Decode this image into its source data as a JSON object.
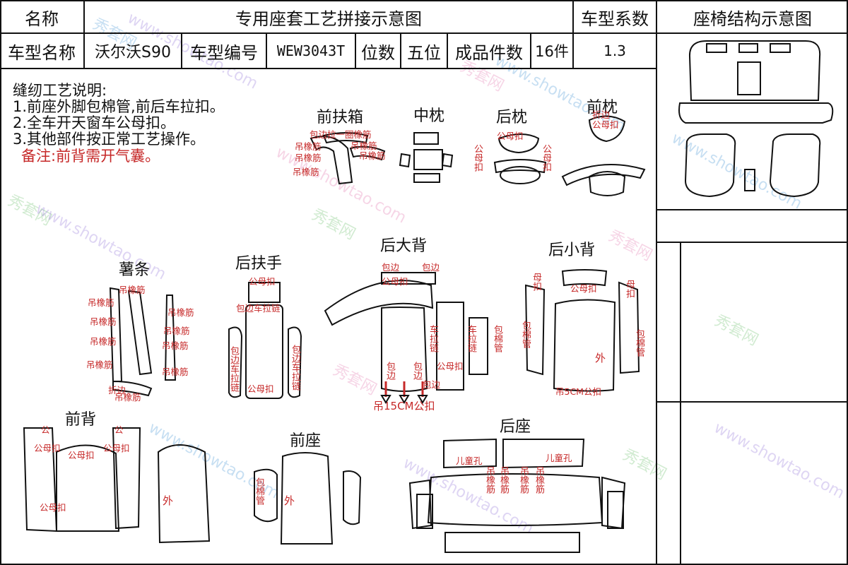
{
  "header": {
    "name_label": "名称",
    "title": "专用座套工艺拼接示意图",
    "coef_label": "车型系数",
    "seat_diagram_label": "座椅结构示意图"
  },
  "info": {
    "model_name_label": "车型名称",
    "model_name": "沃尔沃S90",
    "model_code_label": "车型编号",
    "model_code": "WEW3043T",
    "seats_label": "位数",
    "seats": "五位",
    "pieces_label": "成品件数",
    "pieces": "16件",
    "coef": "1.3"
  },
  "notes": {
    "title": "缝纫工艺说明:",
    "items": [
      "1.前座外脚包棉管,前后车拉扣。",
      "2.全车开天窗车公母扣。",
      "3.其他部件按正常工艺操作。"
    ],
    "remark": "备注:前背需开气囊。"
  },
  "sections": {
    "front_armrest": "前扶箱",
    "middle_pillow": "中枕",
    "rear_pillow": "后枕",
    "front_pillow": "前枕",
    "strips": "薯条",
    "rear_armrest": "后扶手",
    "rear_big_back": "后大背",
    "rear_small_back": "后小背",
    "front_back": "前背",
    "front_seat": "前座",
    "rear_seat": "后座"
  },
  "labels": {
    "fa_top": "包边拉一圈橡筋",
    "elastic": "吊橡筋",
    "snap": "公母扣",
    "snap_v": "公母扣",
    "fold": "折边",
    "edge_zip": "包边车拉链",
    "zip_v": "车拉链",
    "edge_zip_v": "包边车拉链",
    "edge": "包边",
    "edge_v": "包边",
    "cotton_v": "包棉管",
    "hang15": "吊15CM公扣",
    "snap15": "吊5CM公扣",
    "outer": "外",
    "child_hole": "儿童孔",
    "elastic_v": "吊橡筋",
    "mother_snap_v": "母扣",
    "mf_v": "公母扣",
    "gong": "公",
    "mf_short": "母扣"
  },
  "watermark": {
    "cn": "秀套网",
    "url": "www.showtao.com"
  },
  "colors": {
    "annotation": "#c62828",
    "line": "#111111"
  }
}
